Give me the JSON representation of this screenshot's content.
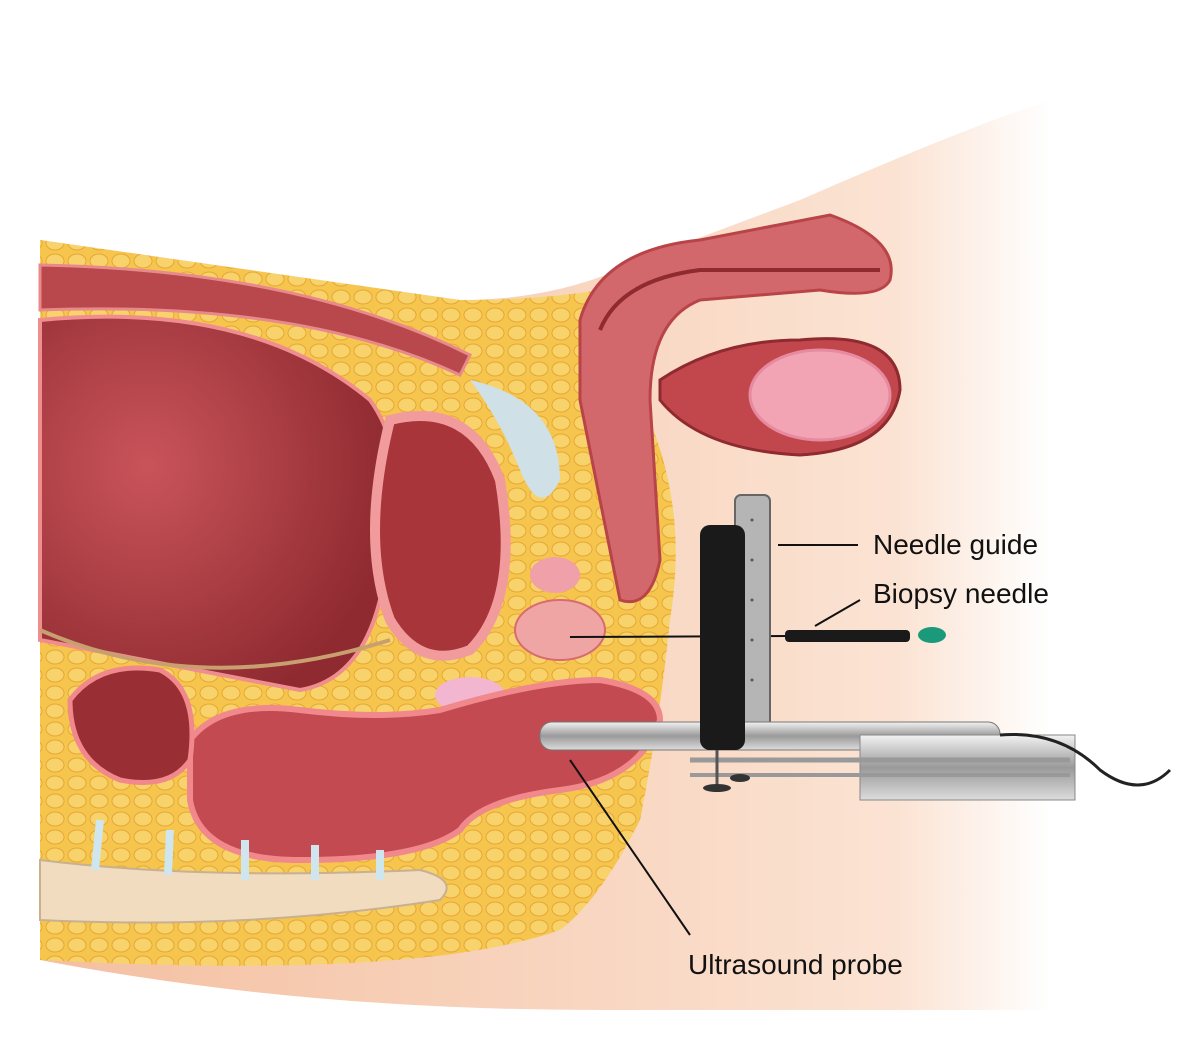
{
  "labels": {
    "needle_guide": "Needle guide",
    "biopsy_needle": "Biopsy needle",
    "ultrasound_probe": "Ultrasound probe"
  },
  "colors": {
    "skin": "#f6c9ad",
    "fat": "#f2c24a",
    "organ": "#a8353a",
    "organ_light": "#d66a6c",
    "bone": "#f1dcc0",
    "probe": "#c9c9c9",
    "guide": "#1a1a1a",
    "needle_tip": "#1a9a7a"
  }
}
